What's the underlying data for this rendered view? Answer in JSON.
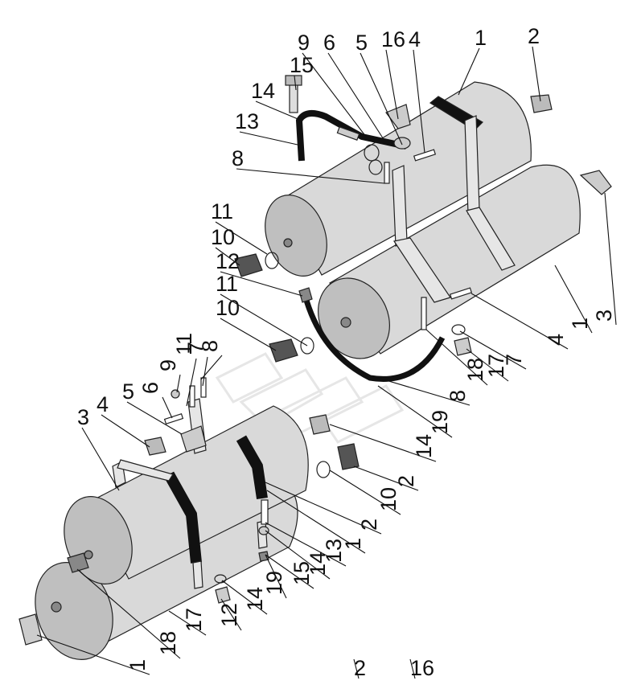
{
  "colors": {
    "tank_fill": "#d9d9d9",
    "tank_shade": "#bfbfbf",
    "strap": "#111111",
    "bracket": "#e6e6e6",
    "line": "#111111",
    "watermark": "#e6e6e6"
  },
  "tanks": [
    {
      "id": "upper-tank-top"
    },
    {
      "id": "upper-tank-bottom"
    },
    {
      "id": "lower-tank-top"
    },
    {
      "id": "lower-tank-bottom"
    }
  ],
  "callouts": [
    {
      "label": "15",
      "part": "bolt-icon"
    },
    {
      "label": "9",
      "part": "strap-pad-icon"
    },
    {
      "label": "6",
      "part": "strap-icon"
    },
    {
      "label": "5",
      "part": "washer-icon"
    },
    {
      "label": "16",
      "part": "elbow-fitting-icon"
    },
    {
      "label": "4",
      "part": "bolt-icon"
    },
    {
      "label": "1",
      "part": "air-tank"
    },
    {
      "label": "2",
      "part": "drain-plug-icon"
    },
    {
      "label": "14",
      "part": "strap-icon"
    },
    {
      "label": "13",
      "part": "bracket-icon"
    },
    {
      "label": "8",
      "part": "cotter-pin-icon"
    },
    {
      "label": "11",
      "part": "o-ring-icon"
    },
    {
      "label": "10",
      "part": "drain-valve-icon"
    },
    {
      "label": "12",
      "part": "nut-icon"
    },
    {
      "label": "11",
      "part": "o-ring-icon"
    },
    {
      "label": "10",
      "part": "drain-valve-icon"
    },
    {
      "label": "1",
      "part": "air-tank"
    },
    {
      "label": "3",
      "part": "elbow-fitting-icon"
    },
    {
      "label": "4",
      "part": "bolt-icon"
    },
    {
      "label": "7",
      "part": "gasket-icon"
    },
    {
      "label": "17",
      "part": "gasket-icon"
    },
    {
      "label": "18",
      "part": "plug-icon"
    },
    {
      "label": "8",
      "part": "cotter-pin-icon"
    },
    {
      "label": "19",
      "part": "bracket-icon"
    },
    {
      "label": "14",
      "part": "strap-icon"
    },
    {
      "label": "2",
      "part": "drain-plug-icon"
    },
    {
      "label": "10",
      "part": "drain-valve-icon"
    },
    {
      "label": "11",
      "part": "o-ring-icon"
    },
    {
      "label": "7",
      "part": "gasket-icon"
    },
    {
      "label": "8",
      "part": "cotter-pin-icon"
    },
    {
      "label": "9",
      "part": "strap-pad-icon"
    },
    {
      "label": "6",
      "part": "strap-icon"
    },
    {
      "label": "5",
      "part": "washer-icon"
    },
    {
      "label": "4",
      "part": "bolt-icon"
    },
    {
      "label": "3",
      "part": "elbow-fitting-icon"
    },
    {
      "label": "2",
      "part": "drain-plug-icon"
    },
    {
      "label": "1",
      "part": "air-tank"
    },
    {
      "label": "13",
      "part": "bracket-icon"
    },
    {
      "label": "14",
      "part": "strap-icon"
    },
    {
      "label": "15",
      "part": "bolt-icon"
    },
    {
      "label": "19",
      "part": "bracket-icon"
    },
    {
      "label": "14",
      "part": "strap-icon"
    },
    {
      "label": "12",
      "part": "nut-icon"
    },
    {
      "label": "17",
      "part": "gasket-icon"
    },
    {
      "label": "18",
      "part": "plug-icon"
    },
    {
      "label": "1",
      "part": "air-tank"
    },
    {
      "label": "2",
      "part": "drain-plug-icon"
    },
    {
      "label": "16",
      "part": "elbow-fitting-icon"
    }
  ]
}
